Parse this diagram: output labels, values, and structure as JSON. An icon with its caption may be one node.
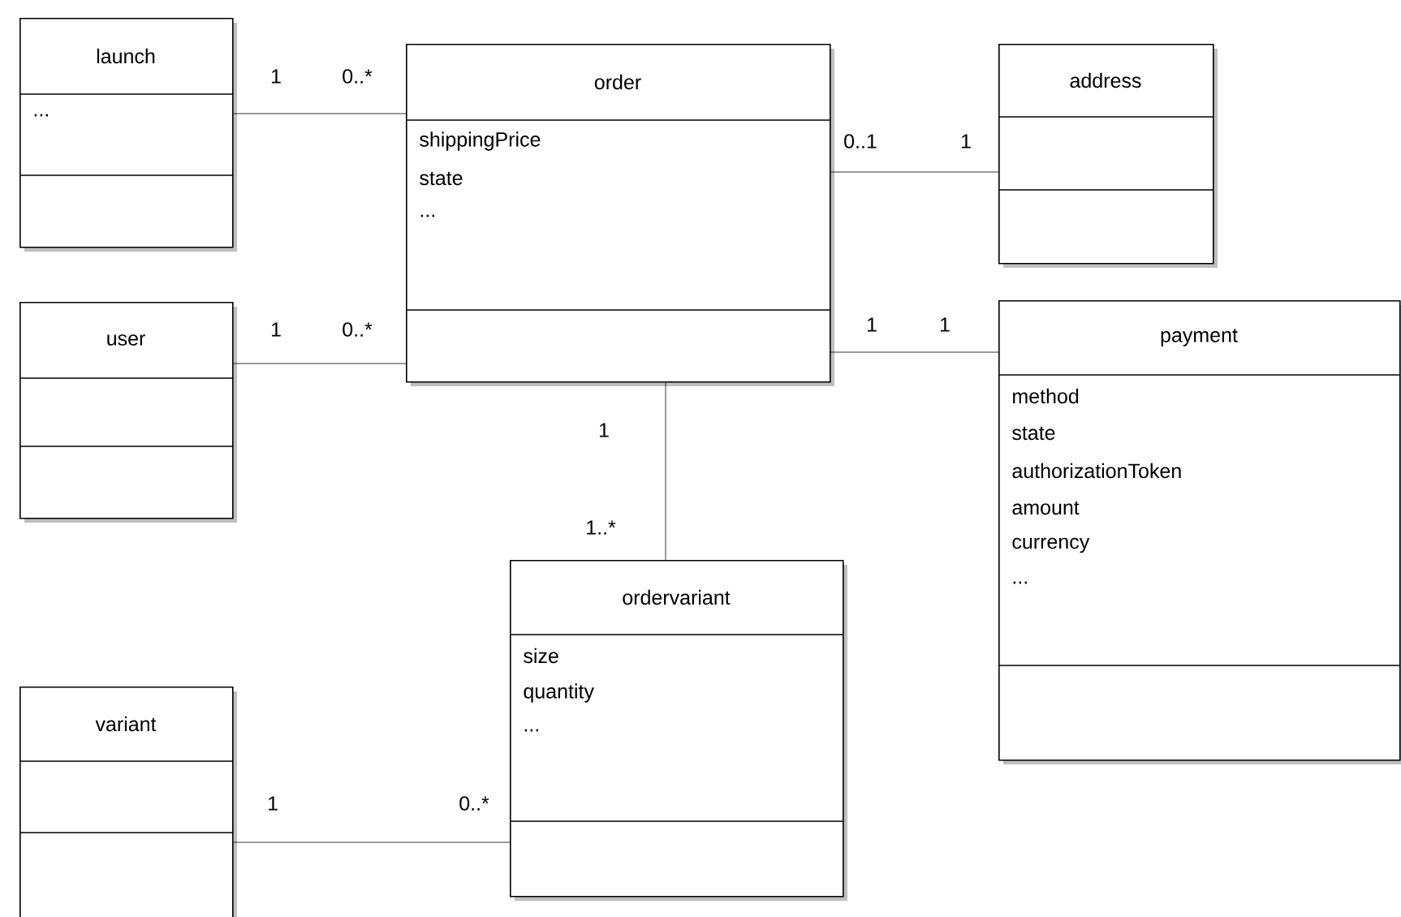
{
  "diagram": {
    "nodes": [
      {
        "text": [
          "launch",
          "..."
        ]
      },
      {
        "text": [
          "order",
          "shippingPrice",
          "state",
          "..."
        ]
      },
      {
        "text": [
          "address"
        ]
      },
      {
        "text": [
          "user"
        ]
      },
      {
        "text": [
          "payment",
          "method",
          "state",
          "authorizationToken",
          "amount",
          "currency",
          "..."
        ]
      },
      {
        "text": [
          "ordervariant",
          "size",
          "quantity",
          "..."
        ]
      },
      {
        "text": [
          "variant"
        ]
      }
    ],
    "edges": [
      {
        "from": 0,
        "to": 1,
        "arrow": "none"
      },
      {
        "from": 1,
        "to": 2,
        "arrow": "none"
      },
      {
        "from": 3,
        "to": 1,
        "arrow": "none"
      },
      {
        "from": 1,
        "to": 4,
        "arrow": "none"
      },
      {
        "from": 1,
        "to": 5,
        "arrow": "none"
      },
      {
        "from": 6,
        "to": 5,
        "arrow": "none"
      }
    ],
    "labels": [
      "1",
      "0..*",
      "0..1",
      "1",
      "1",
      "0..*",
      "1",
      "1",
      "1",
      "1..*",
      "1",
      "0..*"
    ]
  }
}
